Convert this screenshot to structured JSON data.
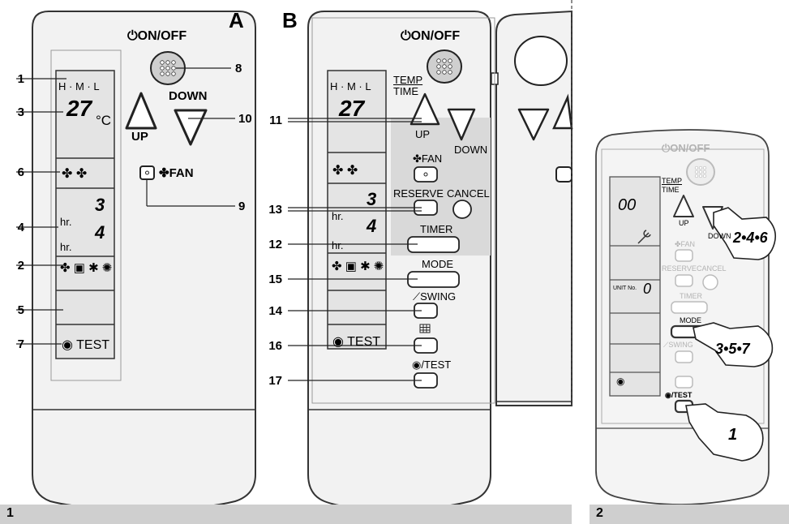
{
  "figure1": {
    "panel_a_letter": "A",
    "panel_b_letter": "B",
    "callouts_left": [
      "1",
      "3",
      "6",
      "4",
      "2",
      "5",
      "7"
    ],
    "callouts_right": [
      "8",
      "10",
      "9"
    ],
    "callouts_b": [
      "11",
      "13",
      "12",
      "15",
      "14",
      "16",
      "17"
    ],
    "remote_a": {
      "on_off": "ON/OFF",
      "down": "DOWN",
      "up": "UP",
      "fan": "FAN",
      "fan_speeds": "H · M · L",
      "temp_display": "27",
      "temp_unit": "°C",
      "hr1": "hr.",
      "hr2": "hr.",
      "timer_digit1": "3",
      "timer_digit2": "4",
      "test": "TEST"
    },
    "remote_b": {
      "on_off": "ON/OFF",
      "temp": "TEMP",
      "time": "TIME",
      "up": "UP",
      "down": "DOWN",
      "fan": "FAN",
      "reserve": "RESERVE",
      "cancel": "CANCEL",
      "timer": "TIMER",
      "mode": "MODE",
      "swing": "SWING",
      "test": "/TEST",
      "fan_speeds": "H · M · L",
      "temp_display": "27",
      "hr1": "hr.",
      "hr2": "hr.",
      "timer_digit1": "3",
      "timer_digit2": "4",
      "lcd_test": "TEST"
    },
    "caption": "1"
  },
  "figure2": {
    "on_off": "ON/OFF",
    "temp": "TEMP",
    "time": "TIME",
    "up": "UP",
    "down": "DOWN",
    "fan": "FAN",
    "reserve": "RESERVE",
    "cancel": "CANCEL",
    "timer": "TIMER",
    "mode": "MODE",
    "swing": "SWING",
    "test": "/TEST",
    "lcd_digits": "00",
    "unit_no_label": "UNIT No.",
    "unit_no_value": "0",
    "step_down": "2•4•6",
    "step_mode": "3•5•7",
    "step_test": "1",
    "caption": "2"
  }
}
